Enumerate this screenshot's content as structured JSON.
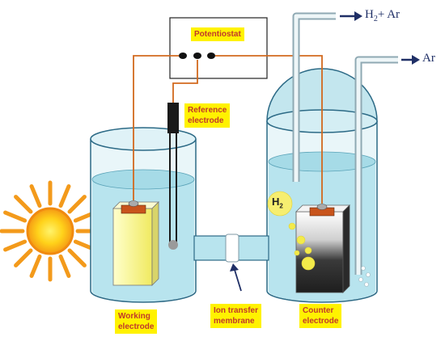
{
  "labels": {
    "potentiostat": "Potentiostat",
    "reference": "Reference\nelectrode",
    "working": "Working\nelectrode",
    "membrane": "Ion transfer\nmembrane",
    "counter": "Counter\nelectrode"
  },
  "gas": {
    "outlet_h2": "H",
    "outlet_sub": "2",
    "outlet_rest": "+ Ar",
    "inlet": "Ar"
  },
  "bubble": {
    "h": "H",
    "sub": "2"
  },
  "colors": {
    "label_bg": "#fff200",
    "label_text": "#c0392b",
    "wire": "#d2691e",
    "water": "#b8e4ee",
    "glass_edge": "#2c6a86",
    "working_electrode": "#f5f07a",
    "counter_electrode": "#2b2b2b",
    "sun_core": "#ffd21a",
    "sun_rays": "#f39a1b",
    "arrow": "#1f2f66"
  },
  "icons": [
    "sun-icon",
    "electrode-contact-icon",
    "arrow-right-icon"
  ]
}
